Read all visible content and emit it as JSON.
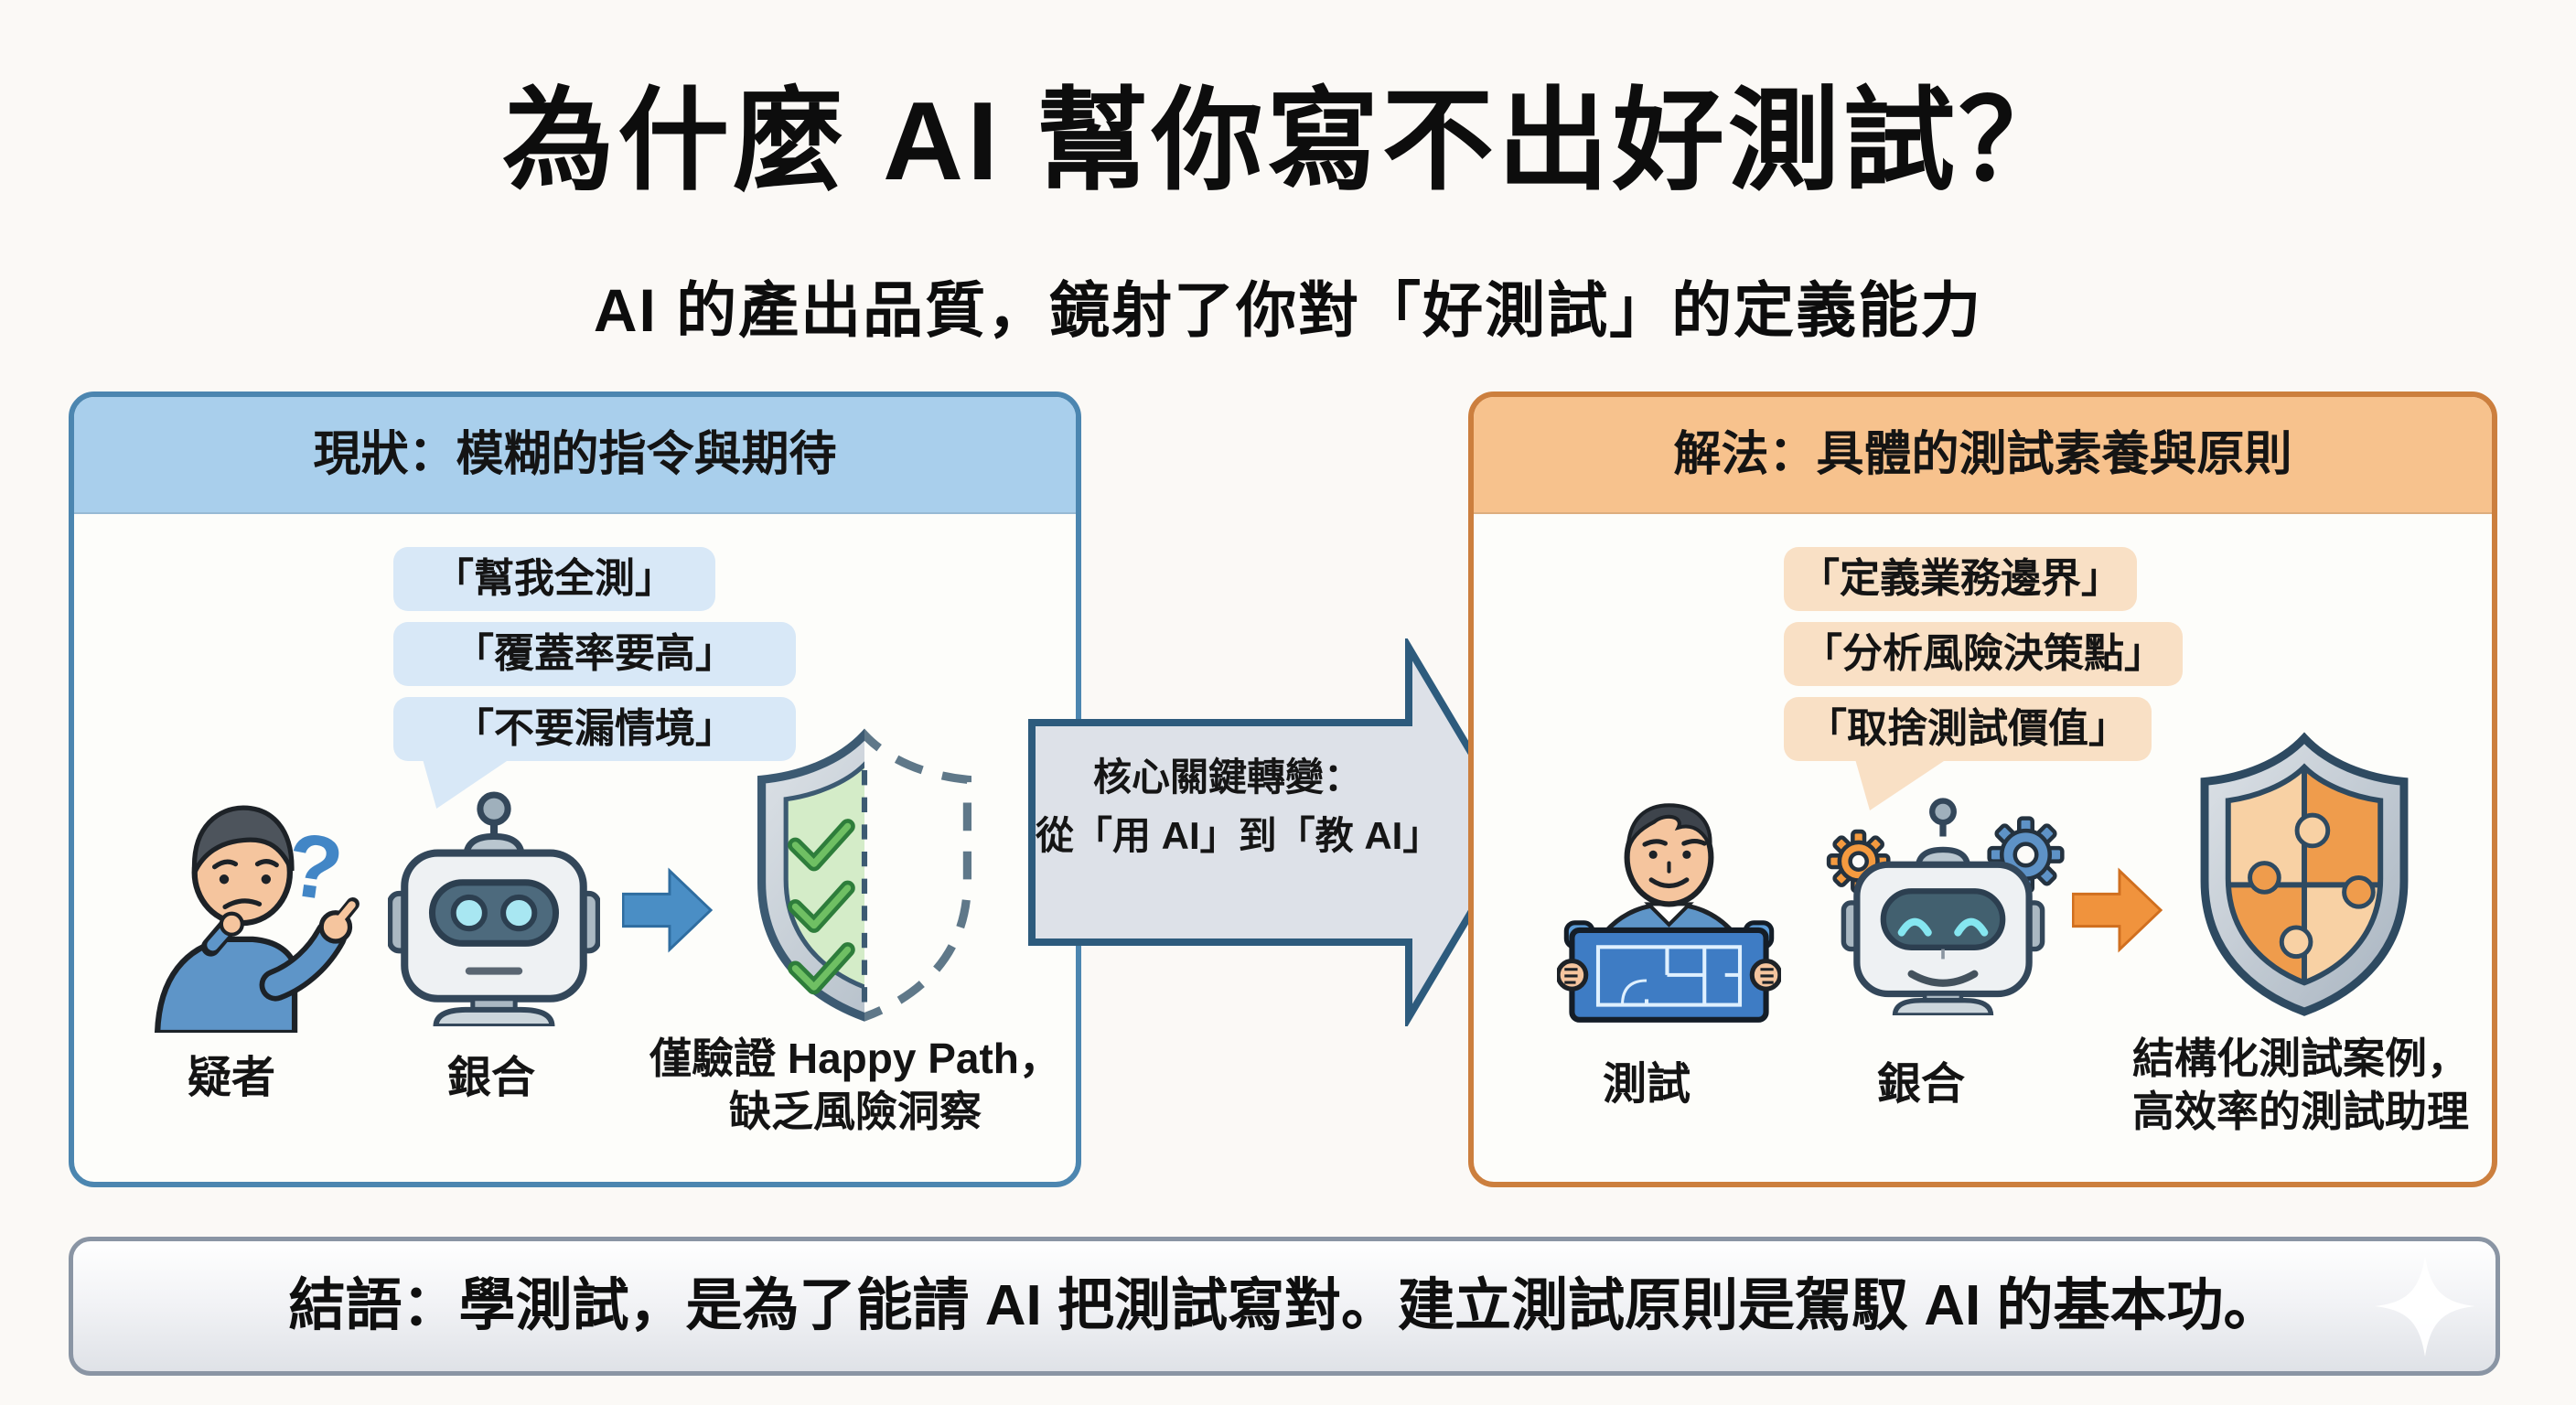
{
  "page": {
    "title": "為什麼 AI 幫你寫不出好測試？",
    "subtitle": "AI 的產出品質，鏡射了你對「好測試」的定義能力"
  },
  "left_panel": {
    "header": "現狀：模糊的指令與期待",
    "bubbles": [
      "「幫我全測」",
      "「覆蓋率要高」",
      "「不要漏情境」"
    ],
    "person_label": "疑者",
    "robot_label": "銀合",
    "shield_caption_line1": "僅驗證 Happy Path，",
    "shield_caption_line2": "缺乏風險洞察"
  },
  "transition": {
    "line1": "核心關鍵轉變：",
    "line2": "從「用 AI」到「教 AI」"
  },
  "right_panel": {
    "header": "解法：具體的測試素養與原則",
    "bubbles": [
      "「定義業務邊界」",
      "「分析風險決策點」",
      "「取捨測試價值」"
    ],
    "person_label": "測試",
    "robot_label": "銀合",
    "shield_caption_line1": "結構化測試案例，",
    "shield_caption_line2": "高效率的測試助理"
  },
  "footer": {
    "text": "結語：學測試，是為了能請 AI 把測試寫對。建立測試原則是駕馭 AI 的基本功。"
  },
  "colors": {
    "blue_panel_border": "#4c86b0",
    "blue_panel_header": "#a9cfec",
    "blue_bubble": "#d8e8f7",
    "orange_panel_border": "#cc7f3e",
    "orange_panel_header": "#f7c28d",
    "orange_bubble": "#f9e0c5",
    "transition_arrow_fill": "#dde1e8",
    "transition_arrow_border": "#2d5b7d",
    "small_blue_arrow": "#4a8ec5",
    "small_orange_arrow": "#f0933d",
    "check_green": "#2e7d3b",
    "shield_green_fill": "#d4ecc8",
    "puzzle_orange_dark": "#ef9c4c",
    "puzzle_orange_light": "#f8d1a4"
  }
}
